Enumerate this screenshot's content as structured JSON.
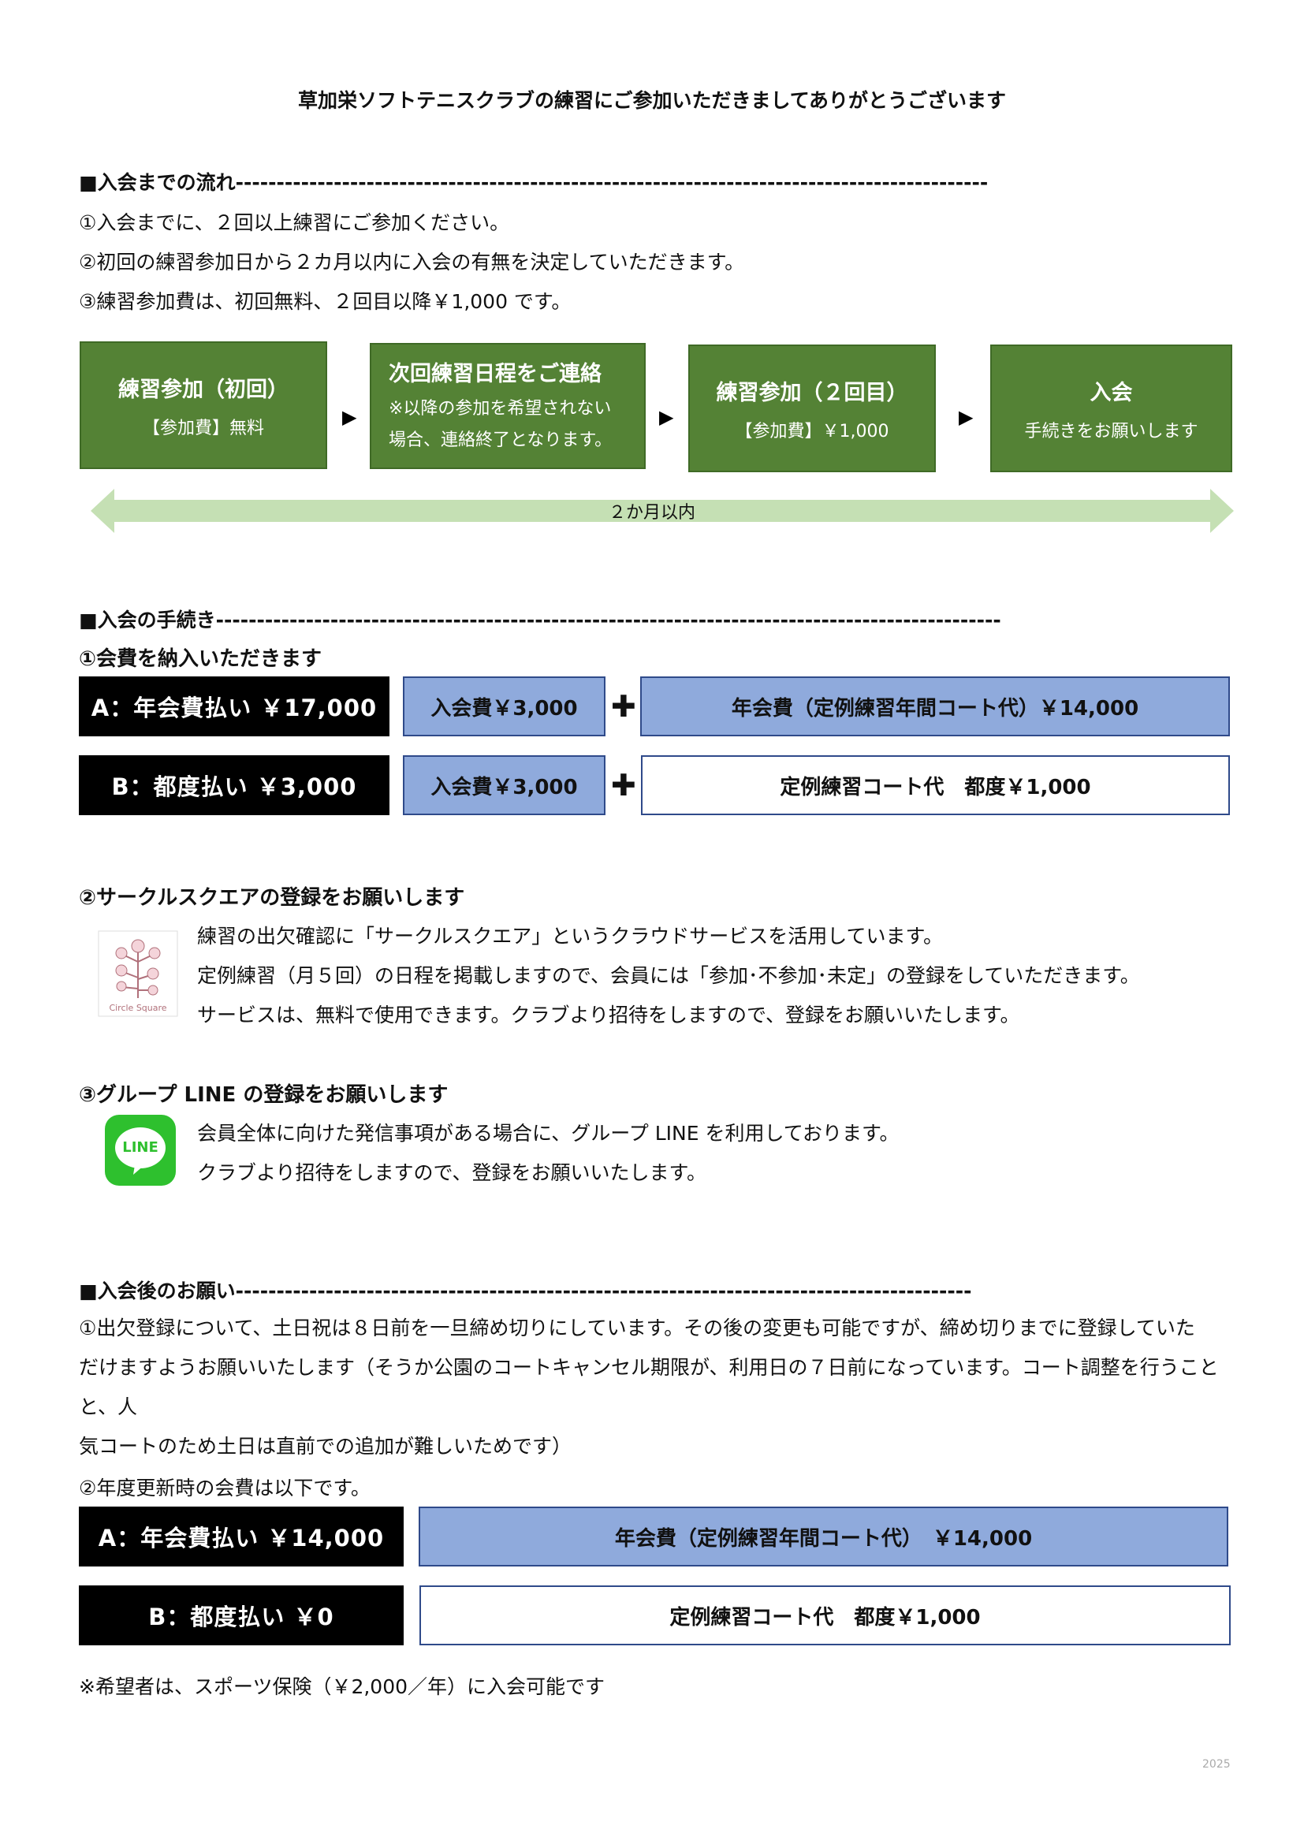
{
  "title": "草加栄ソフトテニスクラブの練習にご参加いただきましてありがとうございます",
  "section1": {
    "heading": "■入会までの流れ--------------------------------------------------------------------------------------------",
    "lines": [
      "①入会までに、２回以上練習にご参加ください。",
      "②初回の練習参加日から２カ月以内に入会の有無を決定していただきます。",
      "③練習参加費は、初回無料、２回目以降￥1,000 です。"
    ],
    "flow": [
      {
        "title": "練習参加（初回）",
        "sub1": "【参加費】無料",
        "sub2": ""
      },
      {
        "title": "次回練習日程をご連絡",
        "sub1": "※以降の参加を希望されない",
        "sub2": "場合、連絡終了となります。"
      },
      {
        "title": "練習参加（２回目）",
        "sub1": "【参加費】￥1,000",
        "sub2": ""
      },
      {
        "title": "入会",
        "sub1": "手続きをお願いします",
        "sub2": ""
      }
    ],
    "arrow_symbol": "▶",
    "period_label": "２か月以内"
  },
  "section2": {
    "heading": "■入会の手続き------------------------------------------------------------------------------------------------",
    "step1": {
      "label": "①会費を納入いただきます",
      "rowA": {
        "plan": "A：年会費払い ￥17,000",
        "fee": "入会費￥3,000",
        "plus": "✚",
        "detail": "年会費（定例練習年間コート代）￥14,000"
      },
      "rowB": {
        "plan": "B：都度払い ￥3,000",
        "fee": "入会費￥3,000",
        "plus": "✚",
        "detail": "定例練習コート代　都度￥1,000"
      }
    },
    "step2": {
      "label": "②サークルスクエアの登録をお願いします",
      "logo_text": "Circle Square",
      "lines": [
        "練習の出欠確認に「サークルスクエア」というクラウドサービスを活用しています。",
        "定例練習（月５回）の日程を掲載しますので、会員には「参加･不参加･未定」の登録をしていただきます。",
        "サービスは、無料で使用できます。クラブより招待をしますので、登録をお願いいたします。"
      ]
    },
    "step3": {
      "label": "③グループ LINE の登録をお願いします",
      "logo_text": "LINE",
      "lines": [
        "会員全体に向けた発信事項がある場合に、グループ LINE を利用しております。",
        "クラブより招待をしますので、登録をお願いいたします。"
      ]
    }
  },
  "section3": {
    "heading": "■入会後のお願い------------------------------------------------------------------------------------------",
    "para_lines": [
      "①出欠登録について、土日祝は８日前を一旦締め切りにしています。その後の変更も可能ですが、締め切りまでに登録していた",
      "だけますようお願いいたします（そうか公園のコートキャンセル期限が、利用日の７日前になっています。コート調整を行うことと、人",
      "気コートのため土日は直前での追加が難しいためです）"
    ],
    "renewal_label": "②年度更新時の会費は以下です。",
    "rowA": {
      "plan": "A：年会費払い ￥14,000",
      "detail": "年会費（定例練習年間コート代）　￥14,000"
    },
    "rowB": {
      "plan": "B：都度払い ￥0",
      "detail": "定例練習コート代　都度￥1,000"
    },
    "note": "※希望者は、スポーツ保険（￥2,000／年）に入会可能です"
  },
  "footer": {
    "year": "2025"
  },
  "colors": {
    "green": "#548235",
    "light_green": "#c5e0b4",
    "blue": "#8faadc",
    "border_blue": "#2f4a8a",
    "black": "#000000"
  }
}
